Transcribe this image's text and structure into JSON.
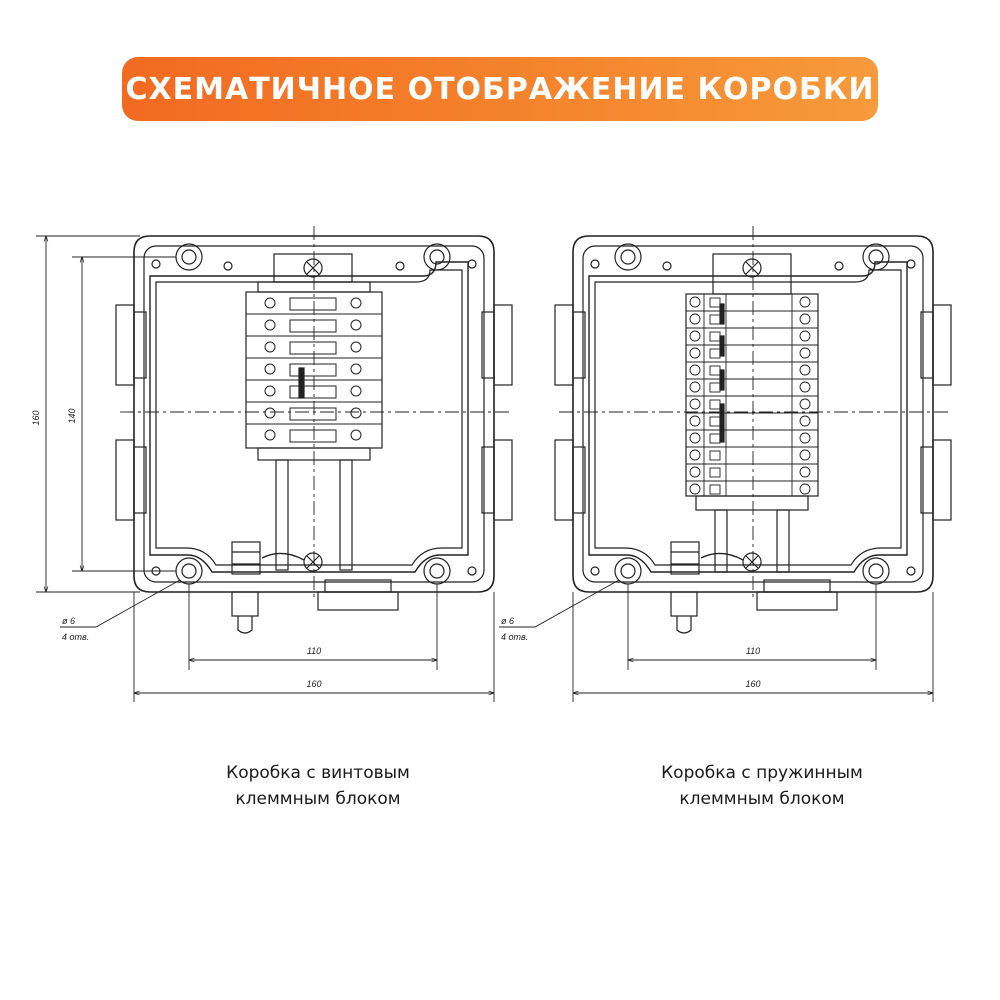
{
  "header": {
    "title": "СХЕМАТИЧНОЕ ОТОБРАЖЕНИЕ КОРОБКИ",
    "accent_color": "#f26a21"
  },
  "drawings": [
    {
      "type": "screw-terminal-box",
      "dimensions": {
        "height_outer": "160",
        "height_inner": "140",
        "hole_spacing": "110",
        "width_outer": "160",
        "hole_label": "ø 6",
        "hole_count_label": "4 отв."
      },
      "caption_line1": "Коробка с винтовым",
      "caption_line2": "клеммным блоком"
    },
    {
      "type": "spring-terminal-box",
      "dimensions": {
        "hole_spacing": "110",
        "width_outer": "160",
        "hole_label": "ø 6",
        "hole_count_label": "4 отв."
      },
      "caption_line1": "Коробка с пружинным",
      "caption_line2": "клеммным блоком"
    }
  ]
}
